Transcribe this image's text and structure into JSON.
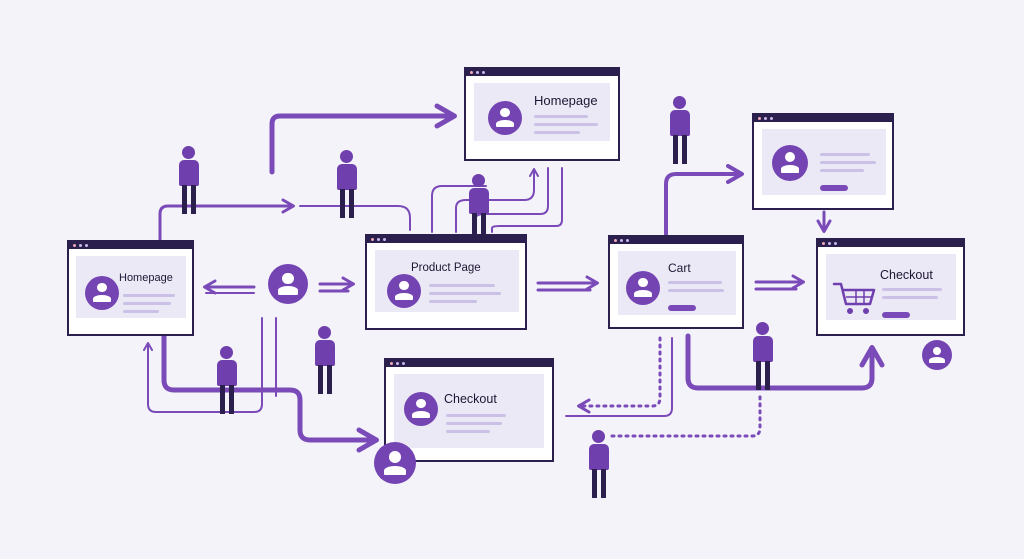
{
  "colors": {
    "accent": "#7444b3",
    "line": "#7a4bb8",
    "frame": "#2a1f4d",
    "background": "#f4f3f9"
  },
  "windows": {
    "homepage_top": {
      "label": "Homepage"
    },
    "homepage_left": {
      "label": "Homepage"
    },
    "product_page": {
      "label": "Product Page"
    },
    "cart": {
      "label": "Cart"
    },
    "checkout_right": {
      "label": "Checkout"
    },
    "checkout_bottom": {
      "label": "Checkout"
    }
  },
  "icons": [
    "user-avatar-icon",
    "person-icon",
    "shopping-cart-icon",
    "arrow-icon"
  ]
}
